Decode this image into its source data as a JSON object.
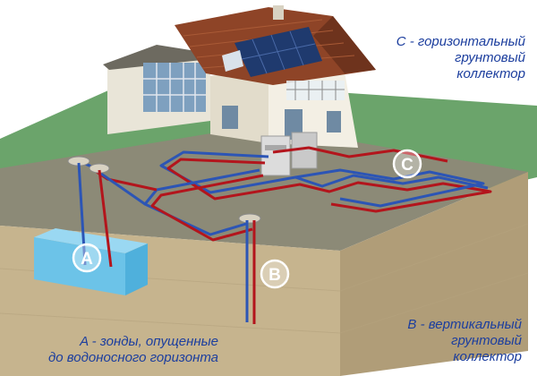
{
  "labels": {
    "marker_a": "A",
    "marker_b": "B",
    "marker_c": "C"
  },
  "captions": {
    "c": [
      "C - горизонтальный",
      "грунтовый",
      "коллектор"
    ],
    "b": [
      "B - вертикальный",
      "грунтовый",
      "коллектор"
    ],
    "a": [
      "A - зонды, опущенные",
      "до водоносного горизонта"
    ]
  },
  "colors": {
    "grass": "#6ba46b",
    "soil_top": "#8a8a78",
    "soil_front": "#c6b48e",
    "soil_side": "#b09d78",
    "water": "#6cc3e8",
    "pipe_red": "#b3151c",
    "pipe_blue": "#2c55b5",
    "roof": "#8e4427",
    "caption_text": "#1c3e9e"
  }
}
